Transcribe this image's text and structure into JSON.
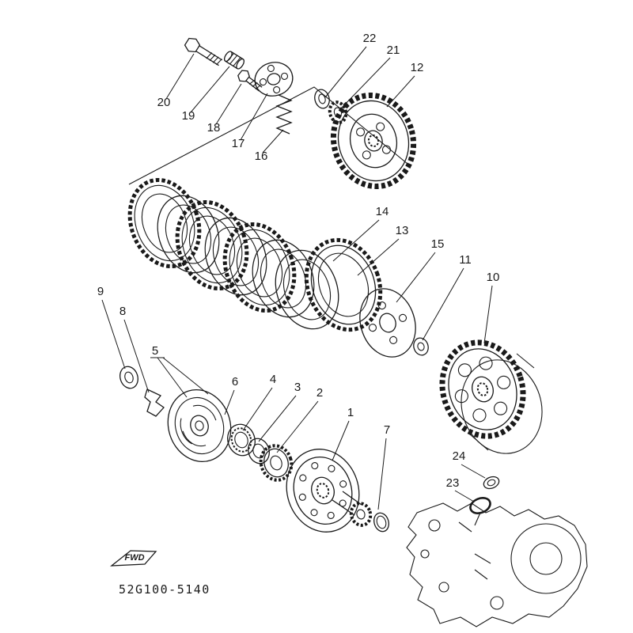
{
  "page": {
    "background": "#ffffff",
    "ink_color": "#1a1a1a"
  },
  "diagram": {
    "part_code": "52G100-5140",
    "fwd_label": "FWD",
    "labels": [
      "1",
      "2",
      "3",
      "4",
      "5",
      "6",
      "7",
      "8",
      "9",
      "10",
      "11",
      "12",
      "13",
      "14",
      "15",
      "16",
      "17",
      "18",
      "19",
      "20",
      "21",
      "22",
      "23",
      "24"
    ]
  }
}
